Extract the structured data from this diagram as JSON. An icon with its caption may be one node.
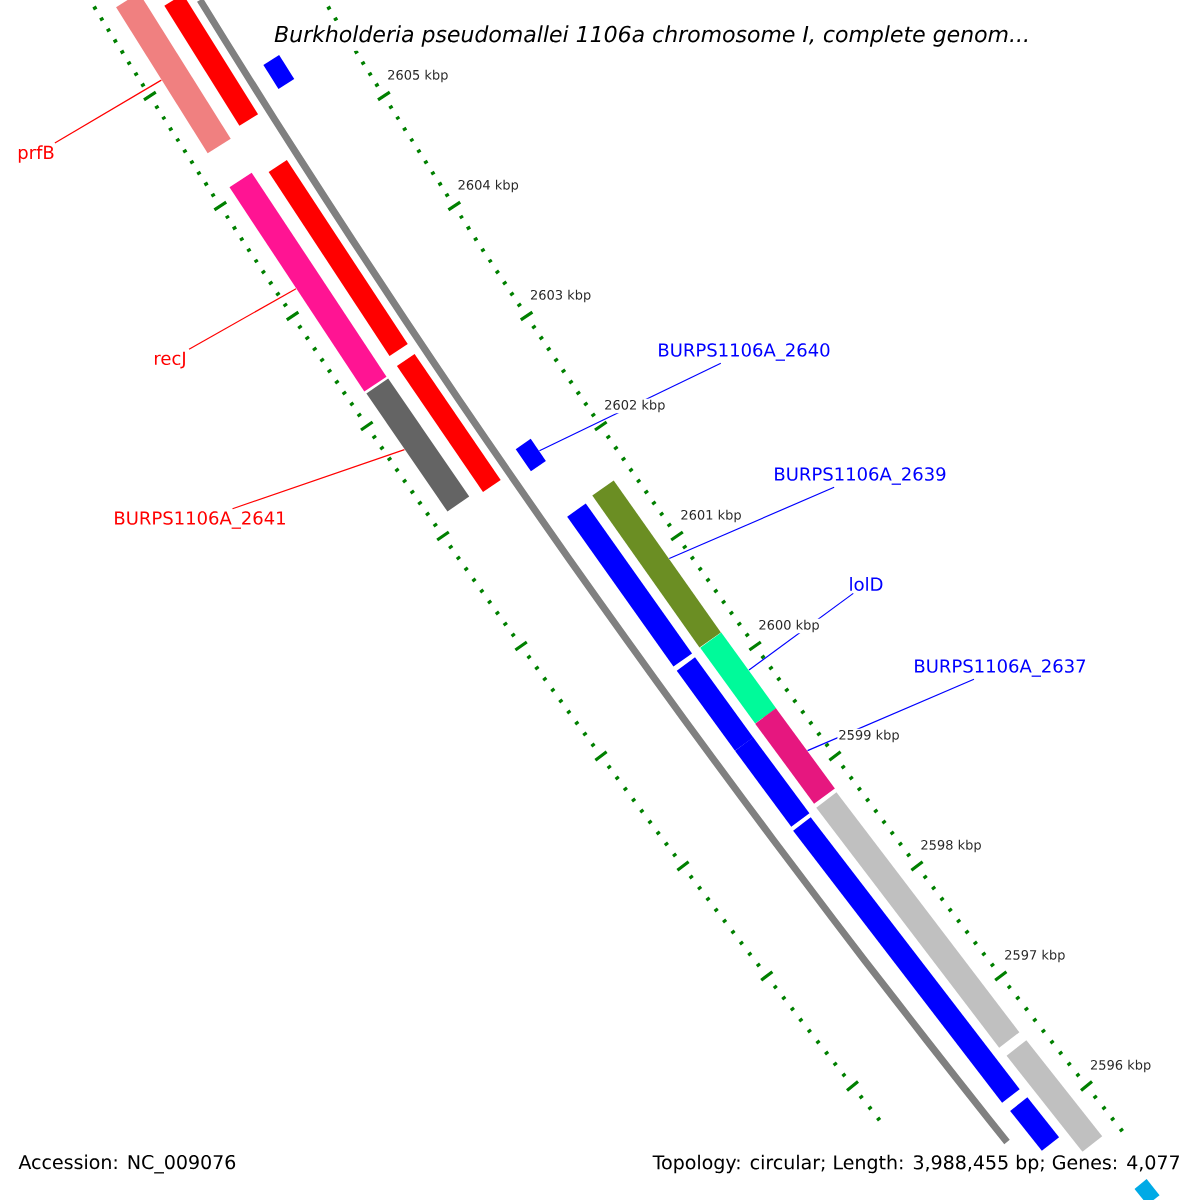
{
  "diagram": {
    "title": "Burkholderia pseudomallei 1106a chromosome I, complete genom...",
    "nodes": [
      {
        "text": [
          "prfB"
        ]
      },
      {
        "text": [
          "recJ"
        ]
      },
      {
        "text": [
          "BURPS1106A_2641"
        ]
      },
      {
        "text": [
          "BURPS1106A_2640"
        ]
      },
      {
        "text": [
          "BURPS1106A_2639"
        ]
      },
      {
        "text": [
          "lolD"
        ]
      },
      {
        "text": [
          "BURPS1106A_2637"
        ]
      },
      {
        "text": [],
        "shape": "bar"
      },
      {
        "text": [],
        "shape": "bar"
      },
      {
        "text": [],
        "shape": "bar"
      },
      {
        "text": [],
        "shape": "bar"
      },
      {
        "text": [],
        "shape": "bar"
      },
      {
        "text": [],
        "shape": "bar"
      },
      {
        "text": [],
        "shape": "bar"
      },
      {
        "text": [],
        "shape": "bar"
      },
      {
        "text": [],
        "shape": "bar"
      },
      {
        "text": [],
        "shape": "bar"
      },
      {
        "text": [],
        "shape": "bar"
      },
      {
        "text": [],
        "shape": "bar"
      },
      {
        "text": [],
        "shape": "bar"
      },
      {
        "text": [],
        "shape": "bar"
      },
      {
        "text": [],
        "shape": "bar"
      },
      {
        "text": [],
        "shape": "bar"
      },
      {
        "text": [],
        "shape": "bar"
      },
      {
        "text": [],
        "shape": "bar"
      },
      {
        "text": [],
        "shape": "bar"
      }
    ],
    "edges": [
      {
        "from": 0,
        "to": 8,
        "arrow": "none",
        "color": "#ff0000"
      },
      {
        "from": 1,
        "to": 11,
        "arrow": "none",
        "color": "#ff0000"
      },
      {
        "from": 2,
        "to": 13,
        "arrow": "none",
        "color": "#ff0000"
      },
      {
        "from": 3,
        "to": 14,
        "arrow": "none"
      },
      {
        "from": 4,
        "to": 15,
        "arrow": "none"
      },
      {
        "from": 5,
        "to": 17,
        "arrow": "none"
      },
      {
        "from": 6,
        "to": 19,
        "arrow": "none"
      }
    ],
    "labels": [
      "2605 kbp",
      "2604 kbp",
      "2603 kbp",
      "2602 kbp",
      "2601 kbp",
      "2600 kbp",
      "2599 kbp",
      "2598 kbp",
      "2597 kbp",
      "2596 kbp",
      "Accession: NC_009076",
      "Topology: circular; Length: 3,988,455 bp; Genes: 4,077"
    ]
  }
}
